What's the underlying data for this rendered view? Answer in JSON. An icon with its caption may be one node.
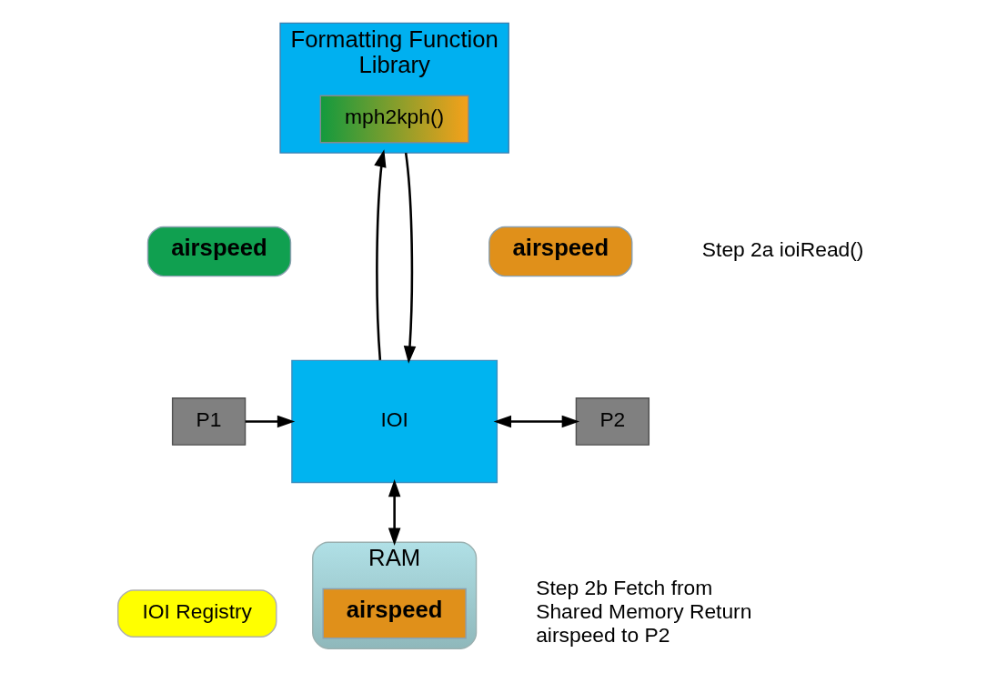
{
  "diagram": {
    "nodes": [
      {
        "text": [
          "Formatting Function Library"
        ]
      },
      {
        "text": [
          "mph2kph()"
        ],
        "in": 0
      },
      {
        "text": [
          "airspeed"
        ]
      },
      {
        "text": [
          "P1"
        ]
      },
      {
        "text": [
          "IOI"
        ]
      },
      {
        "text": [
          "airspeed"
        ]
      },
      {
        "text": [
          "P2"
        ]
      },
      {
        "text": [
          "IOI Registry"
        ]
      },
      {
        "text": [
          "RAM"
        ]
      },
      {
        "text": [
          "airspeed"
        ],
        "in": 8
      }
    ],
    "edges": [
      {
        "from": 3,
        "to": 4,
        "arrow": "to"
      },
      {
        "from": 4,
        "to": 0,
        "arrow": "to"
      },
      {
        "from": 0,
        "to": 4,
        "arrow": "to"
      },
      {
        "from": 4,
        "to": 6,
        "arrow": "both"
      },
      {
        "from": 4,
        "to": 8,
        "arrow": "both"
      }
    ],
    "labels": [
      "Step 2a ioiRead()",
      "Step 2b Fetch from Shared Memory Return airspeed to P2"
    ]
  }
}
